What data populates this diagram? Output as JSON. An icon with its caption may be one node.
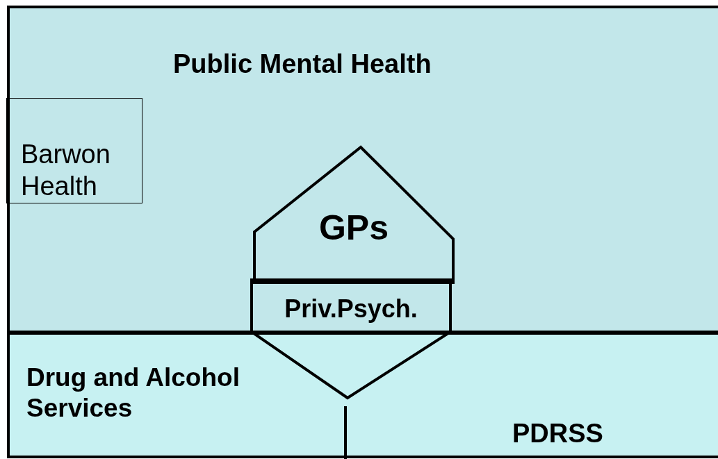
{
  "diagram": {
    "nodes": [
      {
        "text": [
          "Public Mental Health"
        ]
      },
      {
        "text": [
          "Barwon Health"
        ],
        "in": 0
      },
      {
        "text": [
          "GPs"
        ],
        "in": 0
      },
      {
        "text": [
          "Priv.Psych."
        ]
      },
      {
        "text": [
          "Drug and Alcohol Services"
        ]
      },
      {
        "text": [
          "PDRSS"
        ]
      }
    ]
  }
}
